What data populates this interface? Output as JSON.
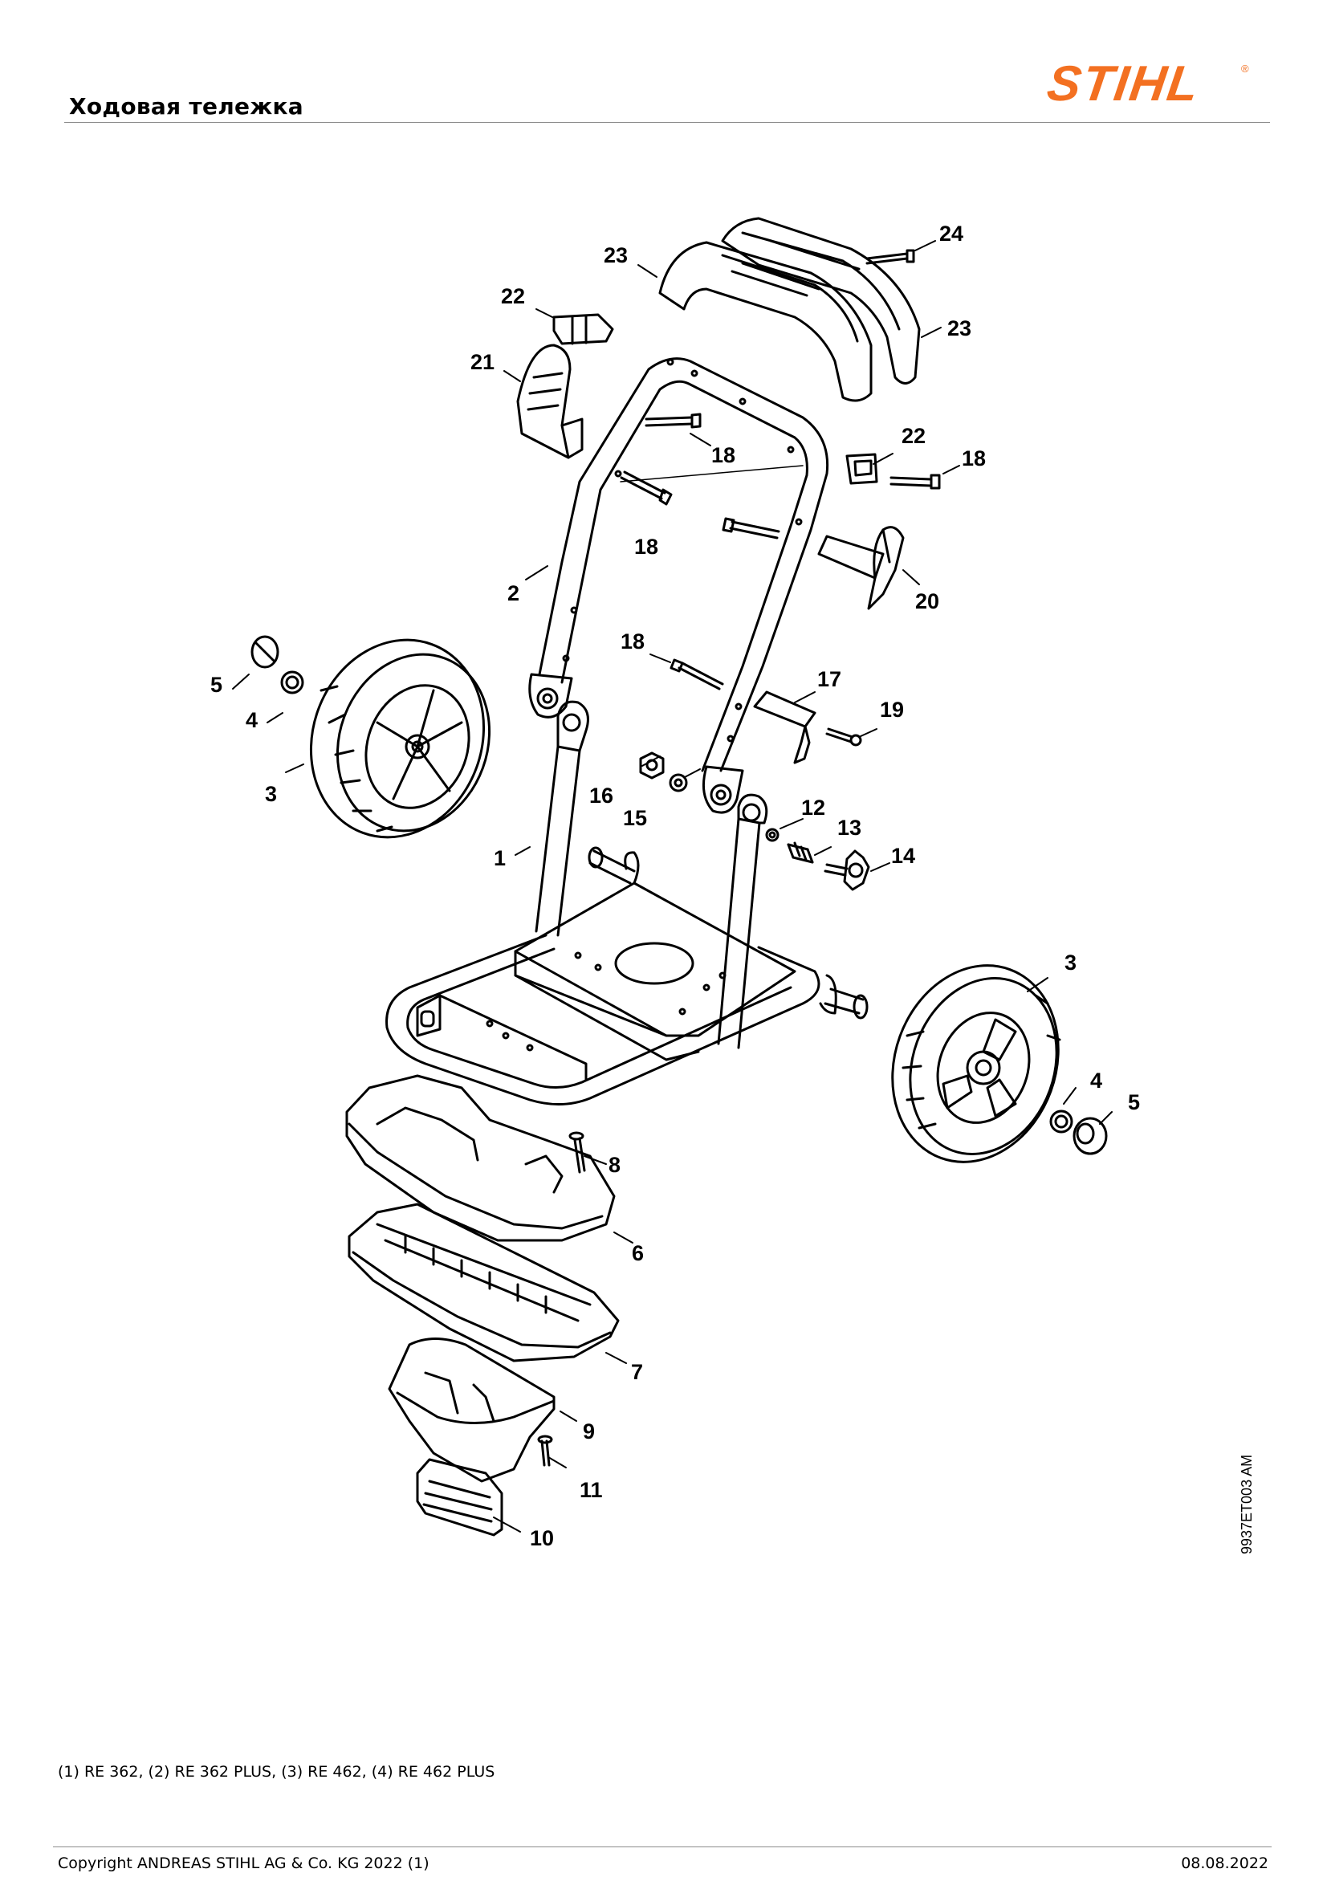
{
  "header": {
    "title": "Ходовая тележка",
    "brand": "STIHL",
    "brand_color": "#f37021"
  },
  "diagram": {
    "reference_code": "9937ET003 AM",
    "callouts": [
      "1",
      "2",
      "3",
      "3",
      "4",
      "4",
      "5",
      "5",
      "6",
      "7",
      "8",
      "9",
      "10",
      "11",
      "12",
      "13",
      "14",
      "15",
      "16",
      "17",
      "18",
      "18",
      "18",
      "18",
      "19",
      "20",
      "21",
      "22",
      "22",
      "23",
      "23",
      "24"
    ]
  },
  "footer": {
    "models_note": "(1) RE 362, (2) RE 362 PLUS, (3) RE 462, (4) RE 462 PLUS",
    "copyright": "Copyright ANDREAS STIHL AG & Co. KG 2022 (1)",
    "date": "08.08.2022"
  }
}
